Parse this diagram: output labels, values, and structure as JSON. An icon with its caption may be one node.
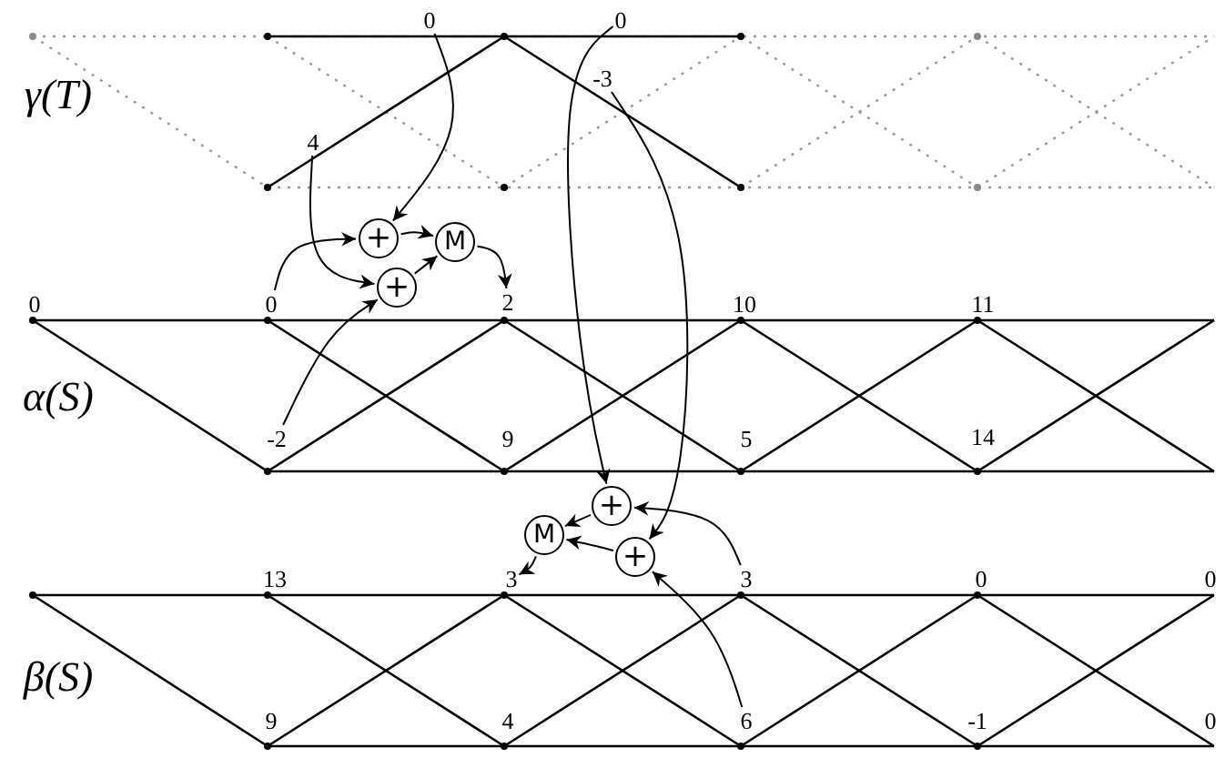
{
  "diagram": {
    "nodes": [
      {
        "text": [
          "0"
        ]
      },
      {
        "text": [
          "0"
        ]
      },
      {
        "text": [
          "-3"
        ]
      },
      {
        "text": [
          "4"
        ]
      },
      {
        "text": [
          "+"
        ]
      },
      {
        "text": [
          "M"
        ]
      },
      {
        "text": [
          "+"
        ]
      },
      {
        "text": [
          "0"
        ]
      },
      {
        "text": [
          "2"
        ]
      },
      {
        "text": [
          "-2"
        ]
      },
      {
        "text": [
          "+"
        ]
      },
      {
        "text": [
          "M"
        ]
      },
      {
        "text": [
          "+"
        ]
      },
      {
        "text": [
          "3"
        ]
      },
      {
        "text": [
          "3"
        ]
      },
      {
        "text": [
          "6"
        ]
      }
    ],
    "edges": [
      {
        "from": 0,
        "to": 4,
        "arrow": "to"
      },
      {
        "from": 3,
        "to": 6,
        "arrow": "to"
      },
      {
        "from": 7,
        "to": 4,
        "arrow": "to"
      },
      {
        "from": 9,
        "to": 6,
        "arrow": "to"
      },
      {
        "from": 4,
        "to": 5,
        "arrow": "to"
      },
      {
        "from": 6,
        "to": 5,
        "arrow": "to"
      },
      {
        "from": 5,
        "to": 8,
        "arrow": "to"
      },
      {
        "from": 1,
        "to": 10,
        "arrow": "to"
      },
      {
        "from": 2,
        "to": 12,
        "arrow": "to"
      },
      {
        "from": 14,
        "to": 10,
        "arrow": "to"
      },
      {
        "from": 15,
        "to": 12,
        "arrow": "to"
      },
      {
        "from": 10,
        "to": 11,
        "arrow": "to"
      },
      {
        "from": 12,
        "to": 11,
        "arrow": "to"
      },
      {
        "from": 11,
        "to": 13,
        "arrow": "to"
      }
    ],
    "labels": [
      "γ(T)",
      "0",
      "10",
      "11",
      "α(S)",
      "9",
      "5",
      "14",
      "13",
      "0",
      "0",
      "β(S)",
      "9",
      "4",
      "-1",
      "0"
    ]
  }
}
